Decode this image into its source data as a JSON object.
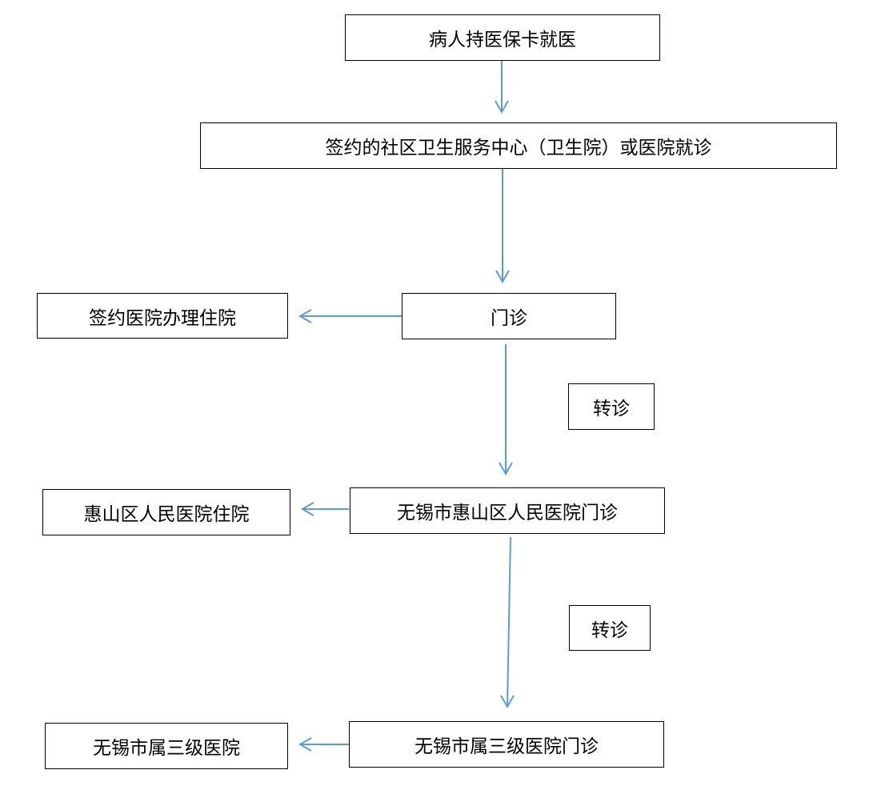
{
  "colors": {
    "arrow": "#5b9bd5",
    "border": "#000000",
    "text": "#000000"
  },
  "nodes": {
    "start": "病人持医保卡就医",
    "community": "签约的社区卫生服务中心（卫生院）或医院就诊",
    "outpatient": "门诊",
    "contracted_inpatient": "签约医院办理住院",
    "referral_1": "转诊",
    "huishan_outpatient": "无锡市惠山区人民医院门诊",
    "huishan_inpatient": "惠山区人民医院住院",
    "referral_2": "转诊",
    "tertiary_outpatient": "无锡市属三级医院门诊",
    "tertiary_hospital": "无锡市属三级医院"
  }
}
